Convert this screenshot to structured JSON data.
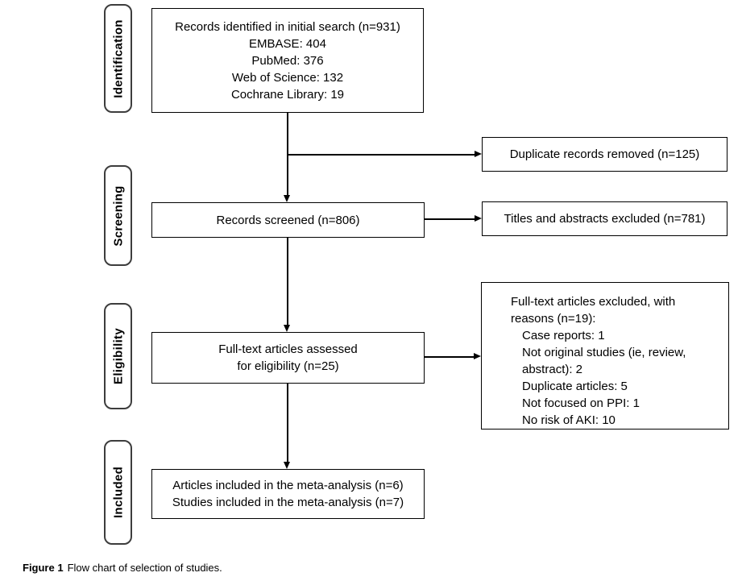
{
  "figure": {
    "caption_label": "Figure 1",
    "caption_text": "Flow chart of selection of studies."
  },
  "stages": [
    {
      "label": "Identification"
    },
    {
      "label": "Screening"
    },
    {
      "label": "Eligibility"
    },
    {
      "label": "Included"
    }
  ],
  "boxes": {
    "identified": {
      "title": "Records identified in initial search (n=931)",
      "sources": [
        "EMBASE: 404",
        "PubMed: 376",
        "Web of Science: 132",
        "Cochrane Library: 19"
      ]
    },
    "duplicates_removed": {
      "text": "Duplicate records removed (n=125)"
    },
    "screened": {
      "text": "Records screened (n=806)"
    },
    "titles_abstracts_excluded": {
      "text": "Titles and abstracts excluded (n=781)"
    },
    "fulltext_assessed": {
      "line1": "Full-text articles assessed",
      "line2": "for eligibility (n=25)"
    },
    "fulltext_excluded": {
      "header1": "Full-text articles excluded, with",
      "header2": "reasons (n=19):",
      "reasons": [
        "Case reports: 1",
        "Not original studies (ie, review, abstract): 2",
        "Duplicate articles: 5",
        "Not focused on PPI: 1",
        "No risk of AKI: 10"
      ]
    },
    "included": {
      "line1": "Articles included in the meta-analysis (n=6)",
      "line2": "Studies included in the meta-analysis (n=7)"
    }
  },
  "colors": {
    "box_border": "#000000",
    "stage_border": "#3d3d3d",
    "background": "#ffffff",
    "text": "#000000"
  }
}
